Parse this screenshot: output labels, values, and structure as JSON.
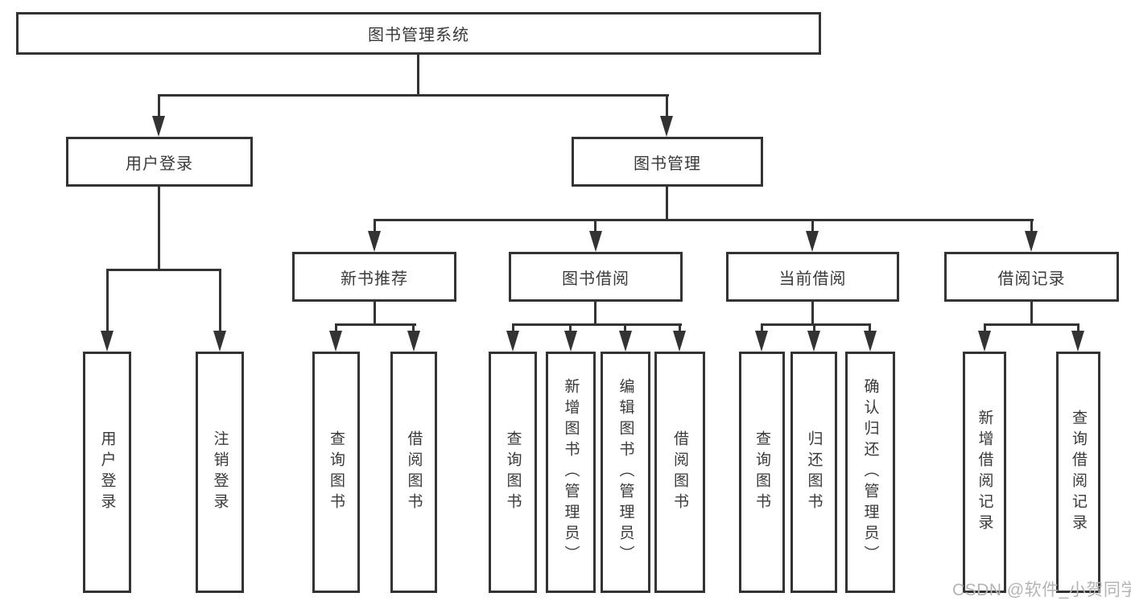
{
  "tree": {
    "label": "图书管理系统",
    "children": [
      {
        "label": "用户登录",
        "children": [
          {
            "label": "用户登录"
          },
          {
            "label": "注销登录"
          }
        ]
      },
      {
        "label": "图书管理",
        "children": [
          {
            "label": "新书推荐",
            "children": [
              {
                "label": "查询图书"
              },
              {
                "label": "借阅图书"
              }
            ]
          },
          {
            "label": "图书借阅",
            "children": [
              {
                "label": "查询图书"
              },
              {
                "label": "新增图书（管理员）"
              },
              {
                "label": "编辑图书（管理员）"
              },
              {
                "label": "借阅图书"
              }
            ]
          },
          {
            "label": "当前借阅",
            "children": [
              {
                "label": "查询图书"
              },
              {
                "label": "归还图书"
              },
              {
                "label": "确认归还（管理员）"
              }
            ]
          },
          {
            "label": "借阅记录",
            "children": [
              {
                "label": "新增借阅记录"
              },
              {
                "label": "查询借阅记录"
              }
            ]
          }
        ]
      }
    ]
  },
  "watermark": "CSDN @软件_小贺同学",
  "colors": {
    "line": "#333333",
    "text": "#3a3a3a",
    "watermark": "#b4b4b4",
    "background": "#ffffff"
  }
}
